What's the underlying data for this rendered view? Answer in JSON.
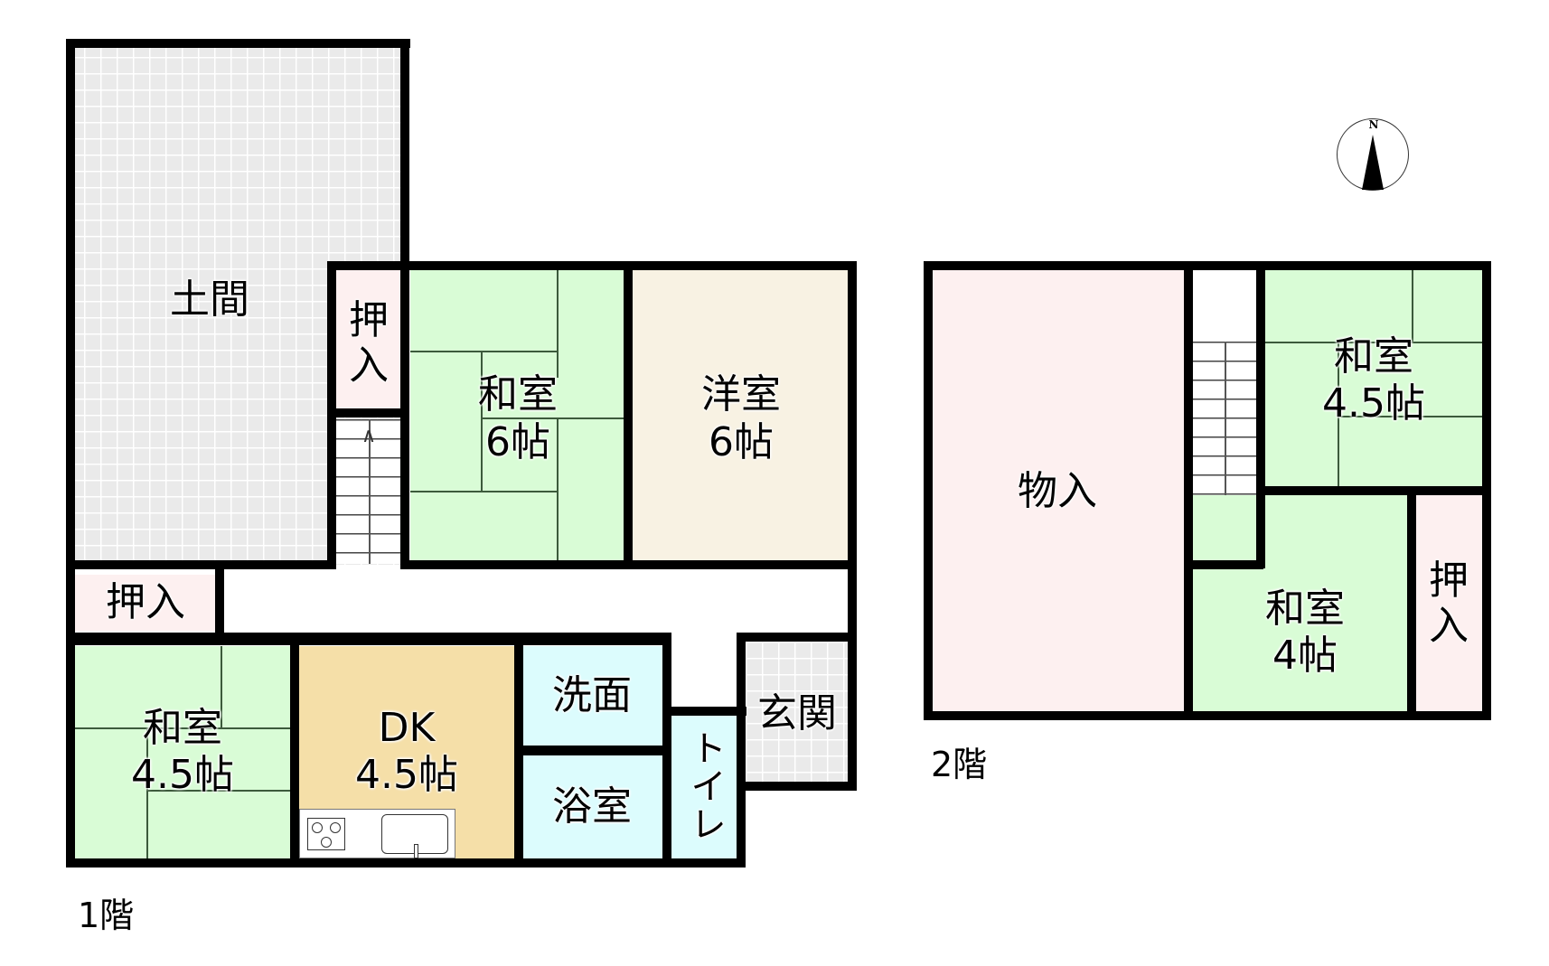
{
  "floor1": {
    "label": "1階",
    "rooms": {
      "doma": {
        "name": "土間"
      },
      "oshiire_a": {
        "name": "押\n入"
      },
      "washitsu6": {
        "name": "和室",
        "size": "6帖"
      },
      "youshitsu6": {
        "name": "洋室",
        "size": "6帖"
      },
      "oshiire_b": {
        "name": "押入"
      },
      "washitsu45": {
        "name": "和室",
        "size": "4.5帖"
      },
      "dk": {
        "name": "DK",
        "size": "4.5帖"
      },
      "senmen": {
        "name": "洗面"
      },
      "yokushitsu": {
        "name": "浴室"
      },
      "toilet": {
        "name": "トイレ"
      },
      "genkan": {
        "name": "玄関"
      }
    },
    "stairs": {
      "direction": "up"
    }
  },
  "floor2": {
    "label": "2階",
    "rooms": {
      "monoire": {
        "name": "物入"
      },
      "washitsu45": {
        "name": "和室",
        "size": "4.5帖"
      },
      "washitsu4": {
        "name": "和室",
        "size": "4帖"
      },
      "oshiire": {
        "name": "押\n入"
      }
    },
    "stairs": {
      "direction": "down"
    }
  },
  "compass": {
    "label": "N"
  },
  "colors": {
    "tatami": "#d9fcd6",
    "closet": "#fdf0f0",
    "western": "#f8f2e3",
    "kitchen": "#f5dfa8",
    "water": "#dcfcfd",
    "earth_floor": "#eaeaea",
    "wall": "#000000"
  }
}
